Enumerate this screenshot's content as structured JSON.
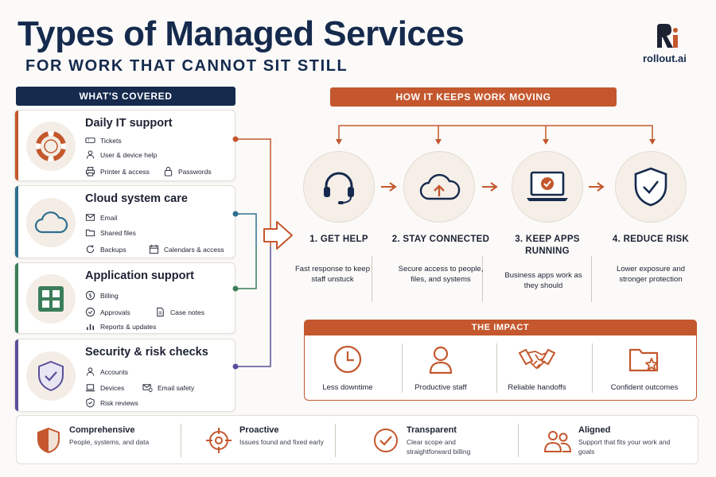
{
  "header": {
    "title": "Types of Managed Services",
    "subtitle": "FOR WORK THAT CANNOT SIT STILL",
    "logo_text": "rollout.ai"
  },
  "covered": {
    "heading": "WHAT'S COVERED",
    "cards": [
      {
        "title": "Daily IT support",
        "items": [
          "Tickets",
          "User & device help",
          "Printer & access",
          "Passwords"
        ]
      },
      {
        "title": "Cloud system care",
        "items": [
          "Email",
          "Shared files",
          "Backups",
          "Calendars & access"
        ]
      },
      {
        "title": "Application support",
        "items": [
          "Billing",
          "Approvals",
          "Case notes",
          "Reports & updates"
        ]
      },
      {
        "title": "Security & risk checks",
        "items": [
          "Accounts",
          "Devices",
          "Email safety",
          "Risk reviews"
        ]
      }
    ]
  },
  "process": {
    "heading": "HOW IT KEEPS WORK MOVING",
    "steps": [
      {
        "title": "1. GET HELP",
        "desc": "Fast response to keep staff unstuck"
      },
      {
        "title": "2. STAY CONNECTED",
        "desc": "Secure access to people, files, and systems"
      },
      {
        "title": "3. KEEP APPS RUNNING",
        "desc": "Business apps work as they should"
      },
      {
        "title": "4. REDUCE RISK",
        "desc": "Lower exposure and stronger protection"
      }
    ]
  },
  "impact": {
    "heading": "THE IMPACT",
    "items": [
      "Less downtime",
      "Productive staff",
      "Reliable handoffs",
      "Confident outcomes"
    ]
  },
  "footer": [
    {
      "title": "Comprehensive",
      "desc": "People, systems, and data"
    },
    {
      "title": "Proactive",
      "desc": "Issues found and fixed early"
    },
    {
      "title": "Transparent",
      "desc": "Clear scope and straightforward billing"
    },
    {
      "title": "Aligned",
      "desc": "Support that fits your work and goals"
    }
  ],
  "colors": {
    "navy": "#152a4d",
    "accent_orange": "#c4572d",
    "card_bar_orange": "#c4572d",
    "card_bar_blue": "#2f6f8f",
    "card_bar_green": "#3b7d5a",
    "card_bar_purple": "#5a4f9c"
  },
  "icons": {
    "cards": [
      "lifebuoy-icon",
      "cloud-icon",
      "app-grid-icon",
      "shield-check-icon"
    ],
    "steps": [
      "headset-icon",
      "cloud-upload-icon",
      "laptop-check-icon",
      "shield-check-icon"
    ],
    "impact": [
      "clock-icon",
      "person-icon",
      "handshake-icon",
      "folder-star-icon"
    ],
    "footer": [
      "shield-icon",
      "target-icon",
      "check-circle-icon",
      "people-icon"
    ]
  }
}
